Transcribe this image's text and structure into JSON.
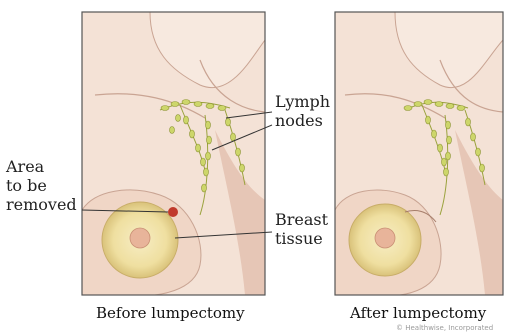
{
  "labels": {
    "lymph_nodes": [
      "Lymph",
      "nodes"
    ],
    "area_removed": [
      "Area",
      "to be",
      "removed"
    ],
    "breast_tissue": [
      "Breast",
      "tissue"
    ]
  },
  "captions": {
    "before": "Before lumpectomy",
    "after": "After lumpectomy"
  },
  "credit": "© Healthwise, Incorporated",
  "colors": {
    "background": "#ffffff",
    "skin": "#f3ddd0",
    "skin_shadow": "#e2bfae",
    "breast_tissue": "#f0e1a6",
    "lymph_node": "#cdd66a",
    "tumor": "#c0392b",
    "panel_border": "#555555"
  }
}
